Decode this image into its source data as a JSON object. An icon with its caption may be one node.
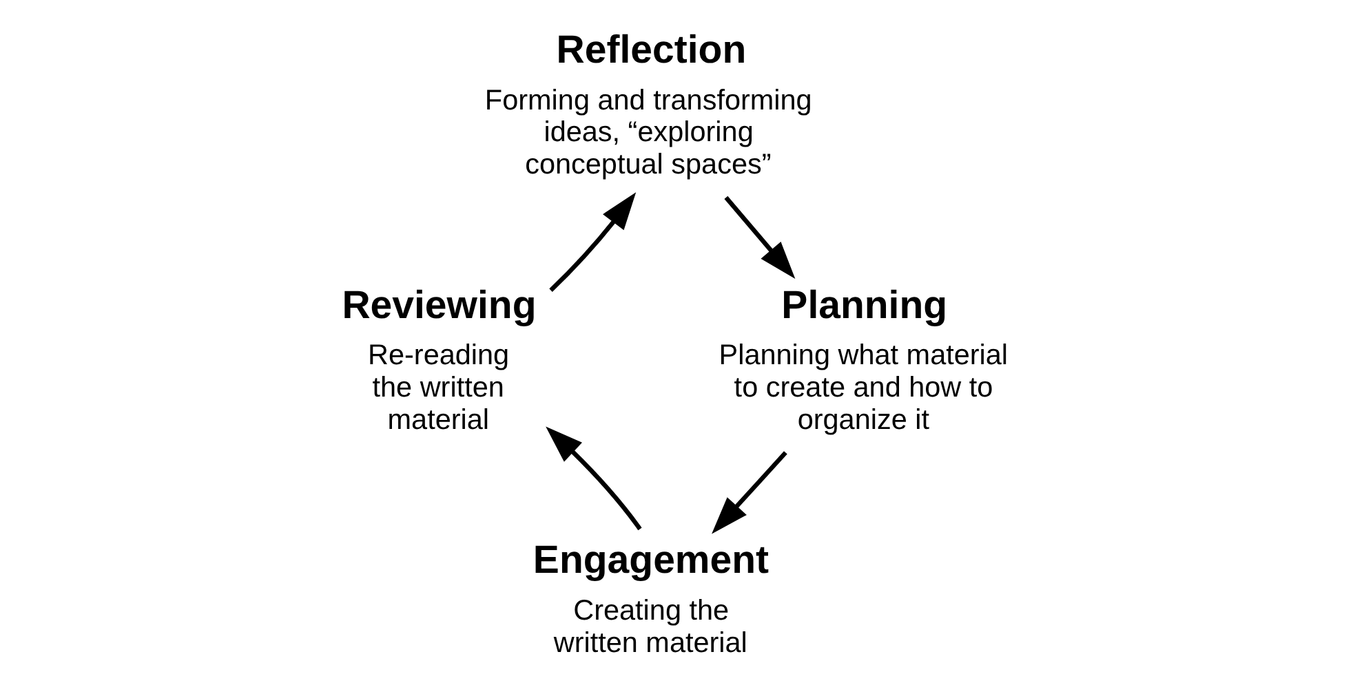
{
  "diagram": {
    "nodes": [
      {
        "text": [
          "Reflection",
          "Forming and transforming ideas, “exploring conceptual spaces”"
        ]
      },
      {
        "text": [
          "Reviewing",
          "Re-reading the written material"
        ]
      },
      {
        "text": [
          "Planning",
          "Planning what material to create and how to organize it"
        ]
      },
      {
        "text": [
          "Engagement",
          "Creating the written material"
        ]
      }
    ],
    "edges": [
      {
        "from": 0,
        "to": 2,
        "arrow": "to"
      },
      {
        "from": 2,
        "to": 3,
        "arrow": "to"
      },
      {
        "from": 3,
        "to": 1,
        "arrow": "to"
      },
      {
        "from": 1,
        "to": 0,
        "arrow": "to"
      }
    ]
  }
}
